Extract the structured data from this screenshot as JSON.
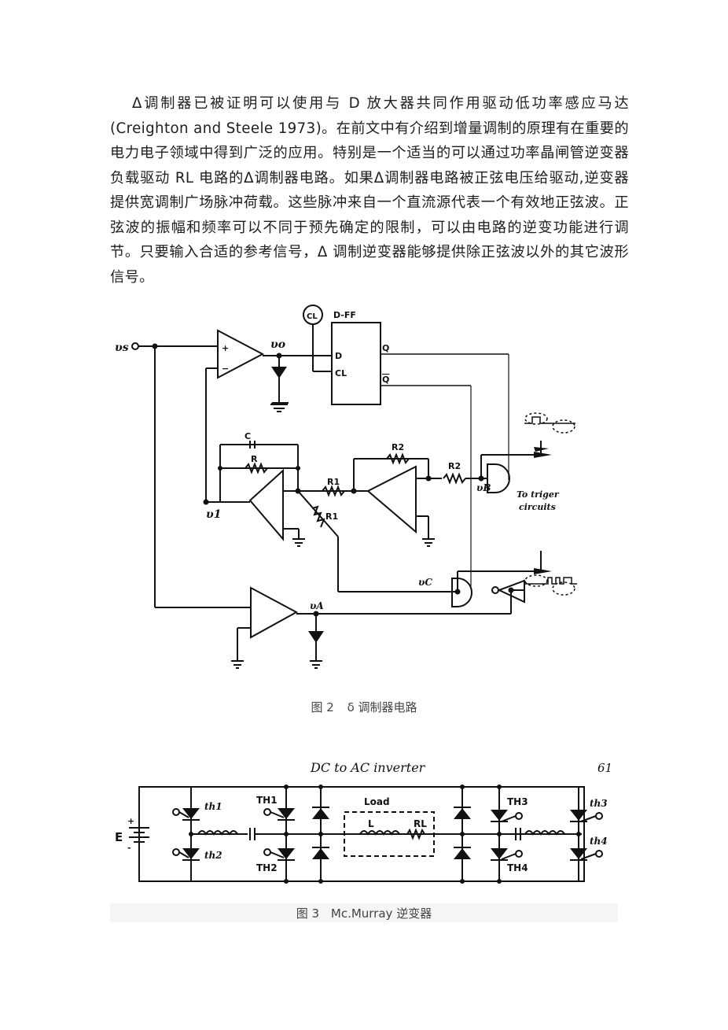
{
  "paragraph": {
    "text": "Δ调制器已被证明可以使用与 D 放大器共同作用驱动低功率感应马达 (Creighton and Steele 1973)。在前文中有介绍到增量调制的原理有在重要的电力电子领域中得到广泛的应用。特别是一个适当的可以通过功率晶闸管逆变器负载驱动 RL 电路的Δ调制器电路。如果Δ调制器电路被正弦电压给驱动,逆变器提供宽调制广场脉冲荷载。这些脉冲来自一个直流源代表一个有效地正弦波。正弦波的振幅和频率可以不同于预先确定的限制，可以由电路的逆变功能进行调节。只要输入合适的参考信号，Δ 调制逆变器能够提供除正弦波以外的其它波形信号。"
  },
  "figure2": {
    "caption_number": "图 2",
    "caption_text": "δ 调制器电路",
    "labels": {
      "input": "υs",
      "vo": "υo",
      "cl_circle": "CL",
      "dff_title": "D-FF",
      "dff_d": "D",
      "dff_cl": "CL",
      "dff_q": "Q",
      "dff_qbar": "Q",
      "cap": "C",
      "res": "R",
      "r1_top": "R1",
      "r1_diag": "R1",
      "r2_feedback": "R2",
      "r2_series": "R2",
      "v1": "υ1",
      "vb": "υB",
      "vc": "υC",
      "va": "υA",
      "plus": "+",
      "minus": "−",
      "trigger_line1": "To  triger",
      "trigger_line2": "circuits"
    }
  },
  "figure3": {
    "header_title": "DC to AC inverter",
    "page_number": "61",
    "caption_number": "图 3",
    "caption_text": "Mc.Murray  逆变器",
    "labels": {
      "source": "E",
      "plus": "+",
      "minus": "-",
      "th1": "th1",
      "th2": "th2",
      "TH1": "TH1",
      "TH2": "TH2",
      "load": "Load",
      "L": "L",
      "RL": "RL",
      "TH3": "TH3",
      "TH4": "TH4",
      "th3": "th3",
      "th4": "th4"
    }
  }
}
